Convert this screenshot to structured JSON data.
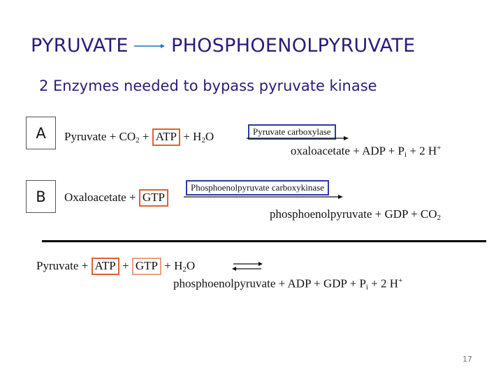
{
  "title": {
    "left": "PYRUVATE",
    "right": "PHOSPHOENOLPYRUVATE"
  },
  "subtitle": "2 Enzymes needed to bypass pyruvate kinase",
  "reactions": {
    "a": {
      "label": "A",
      "reactant1": "Pyruvate",
      "plus": "+",
      "reactant2": "CO",
      "reactant2_sub": "2",
      "reactant3": "ATP",
      "reactant4": "H",
      "reactant4_sub": "2",
      "reactant4_tail": "O",
      "enzyme": "Pyruvate carboxylase",
      "products": "oxaloacetate + ADP + P",
      "products_sub": "i",
      "products_tail": " + 2 H",
      "products_sup": "+"
    },
    "b": {
      "label": "B",
      "reactant1": "Oxaloacetate",
      "plus": "+",
      "reactant2": "GTP",
      "enzyme": "Phosphoenolpyruvate carboxykinase",
      "products": "phosphoenolpyruvate + GDP + CO",
      "products_sub": "2"
    },
    "sum": {
      "reactant1": "Pyruvate",
      "plus": "+",
      "reactant2": "ATP",
      "reactant3": "GTP",
      "reactant4": "H",
      "reactant4_sub": "2",
      "reactant4_tail": "O",
      "products": "phosphoenolpyruvate + ADP + GDP + P",
      "products_sub": "i",
      "products_tail": " + 2 H",
      "products_sup": "+"
    }
  },
  "page_number": "17",
  "colors": {
    "title": "#2d1a7a",
    "highlight_box": "#e06030",
    "enzyme_box": "#2a3aa8"
  }
}
